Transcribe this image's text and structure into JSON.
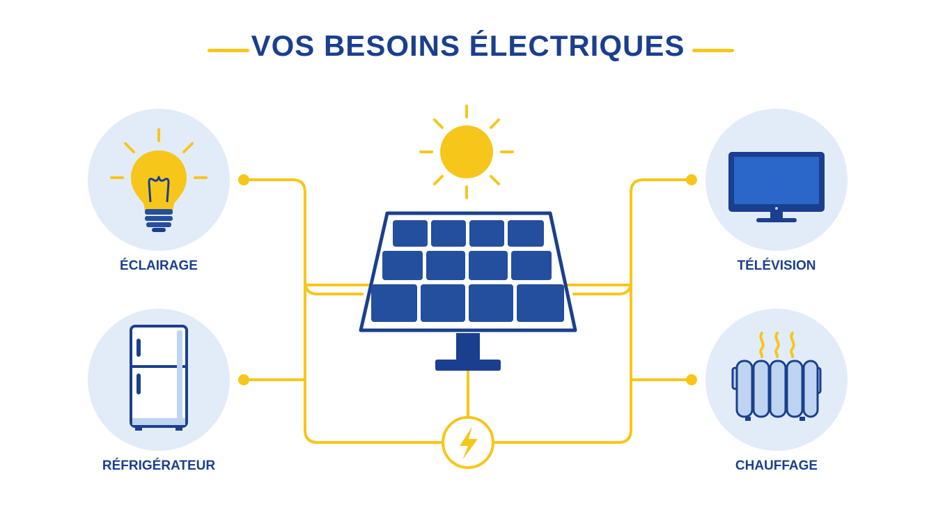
{
  "title": "VOS BESOINS ÉLECTRIQUES",
  "colors": {
    "navy": "#1a3f8f",
    "panel_blue": "#244f9e",
    "accent_yellow": "#f7c61a",
    "circle_bg": "#e2ecf8",
    "light_blue": "#bfd4f0"
  },
  "appliances": [
    {
      "label": "ÉCLAIRAGE",
      "icon": "light-bulb-icon"
    },
    {
      "label": "RÉFRIGÉRATEUR",
      "icon": "fridge-icon"
    },
    {
      "label": "TÉLÉVISION",
      "icon": "television-icon"
    },
    {
      "label": "CHAUFFAGE",
      "icon": "radiator-icon"
    }
  ],
  "center": {
    "icon": "solar-panel-icon",
    "sun_icon": "sun-icon",
    "hub_icon": "lightning-bolt-icon"
  }
}
